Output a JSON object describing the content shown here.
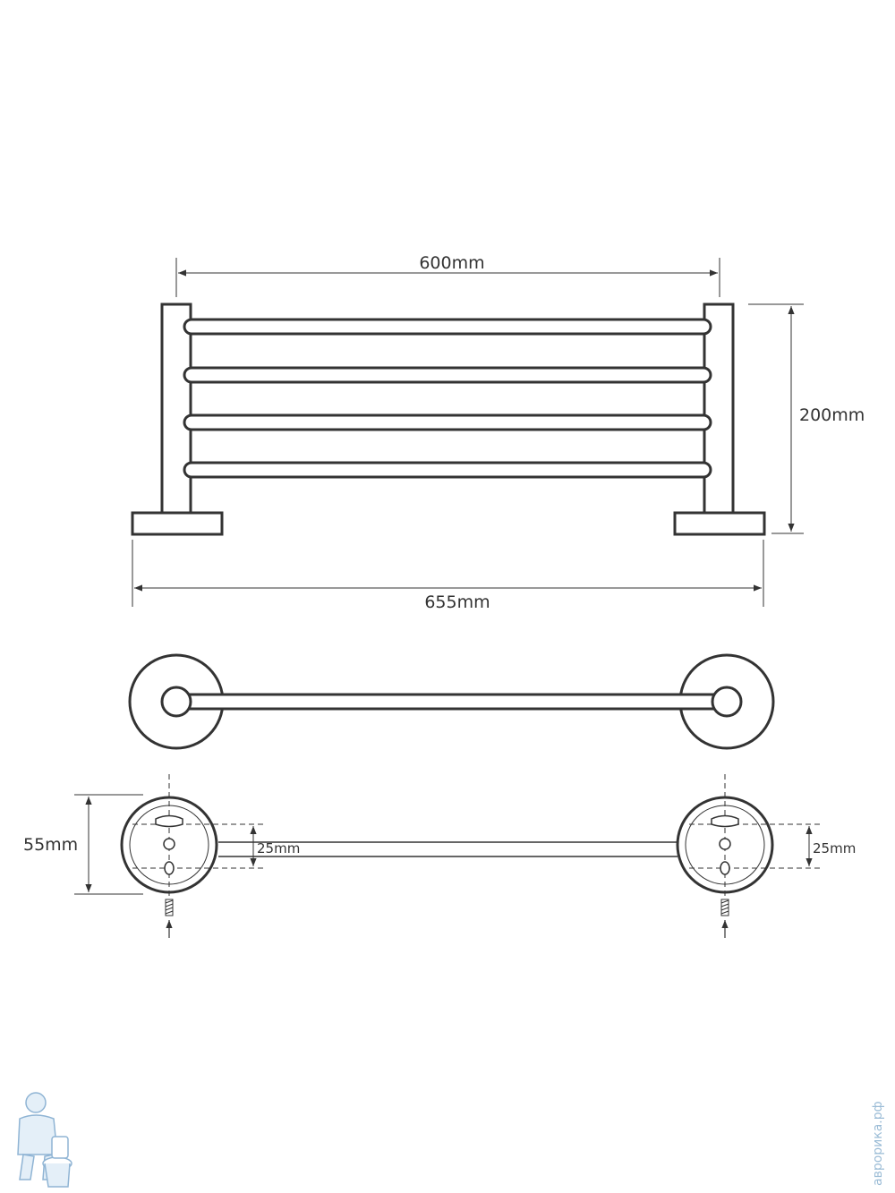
{
  "dimensions": {
    "inner_width": "600mm",
    "height": "200mm",
    "overall_width": "655mm",
    "wall_plate": "55mm",
    "screw_spacing_left": "25mm",
    "screw_spacing_right": "25mm"
  },
  "watermark": {
    "text": "аврорика.рф"
  },
  "colors": {
    "line": "#333333",
    "watermark": "#9bbcd6"
  }
}
